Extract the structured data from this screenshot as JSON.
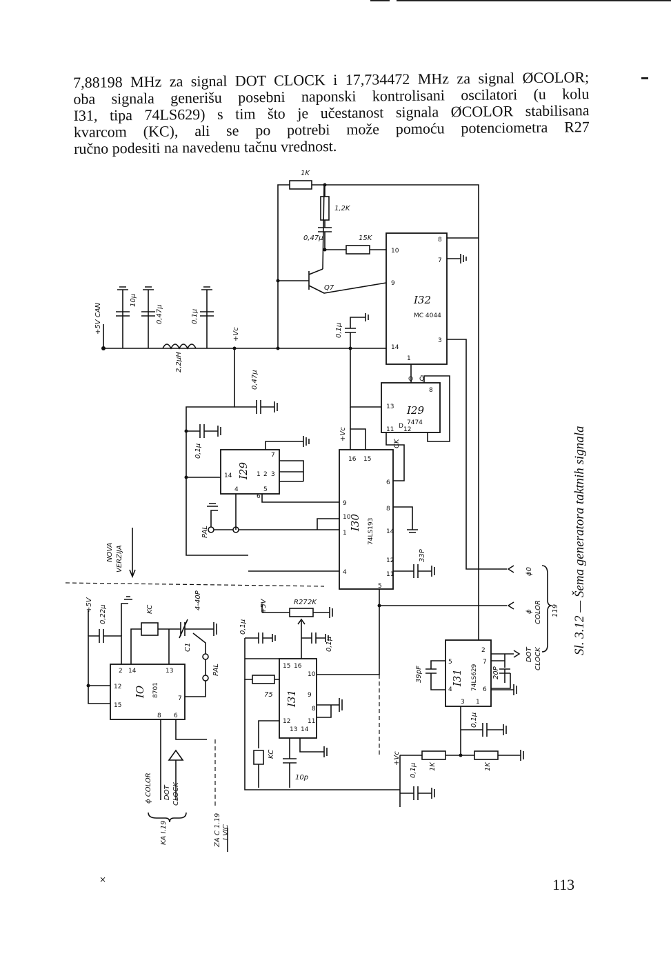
{
  "page": {
    "intro_lines": [
      "7,88198 MHz za signal DOT CLOCK i 17,734472 MHz za signal ØCOLOR;",
      "oba signala generišu posebni naponski kontrolisani oscilatori (u kolu",
      "I31, tipa 74LS629) s tim što je učestanost signala ØCOLOR stabilisana",
      "kvarcom (KC), ali se po potrebi može pomoću potenciometra R27",
      "ručno podesiti na navedenu tačnu vrednost."
    ],
    "caption": "Sl. 3.12 — Šema generatora taktnih signala",
    "page_number": "113"
  },
  "schematic": {
    "chips": [
      {
        "id": "I32",
        "part": "MC 4044",
        "pins": [
          "10",
          "8",
          "7",
          "9",
          "14",
          "1",
          "3"
        ]
      },
      {
        "id": "I29a",
        "label": "I29",
        "part": "7474",
        "pins": [
          "13",
          "11",
          "12",
          "D",
          "Q",
          "Q̄",
          "8"
        ]
      },
      {
        "id": "I29b",
        "label": "I29",
        "pins": [
          "14",
          "4",
          "7",
          "3",
          "2",
          "1",
          "5",
          "6"
        ]
      },
      {
        "id": "I30",
        "part": "74LS193",
        "pins": [
          "16",
          "15",
          "6",
          "1",
          "10",
          "9",
          "8",
          "14",
          "12",
          "11",
          "4",
          "5"
        ]
      },
      {
        "id": "IO",
        "part": "8701",
        "pins": [
          "2",
          "14",
          "13",
          "12",
          "15",
          "8",
          "6",
          "7"
        ]
      },
      {
        "id": "I31a",
        "label": "I31",
        "pins": [
          "15",
          "16",
          "10",
          "9",
          "12",
          "13",
          "14",
          "11",
          "8"
        ]
      },
      {
        "id": "I31b",
        "label": "I31",
        "part": "74LS629",
        "pins": [
          "5",
          "2",
          "7",
          "4",
          "6",
          "3",
          "1"
        ]
      }
    ],
    "components": {
      "r_1k_top": "1K",
      "r_1_2k": "1,2K",
      "c_0_47u_a": "0,47µ",
      "r_15k": "15K",
      "q7": "Q7",
      "c_10u": "10µ",
      "c_0_47u_b": "0,47µ",
      "c_0_1u_a": "0,1µ",
      "c_0_1u_b": "0,1µ",
      "l_2_2uh": "2,2µH",
      "c_0_47u_c": "0,47µ",
      "c_0_1u_c": "0,1µ",
      "c_33p": "33P",
      "c_0_22u": "0,22µ",
      "xtal_kc": "KC",
      "trim_4_40p": "4-40P",
      "c1": "C1",
      "c_0_1u_d": "0,1µ",
      "r27": "R27",
      "r27_val": "2K",
      "c_0_1u_e": "0,1µ",
      "r_75": "75",
      "xtal_kc2": "KC",
      "c_10p": "10p",
      "c_39pf": "39pF",
      "c_20p": "20P",
      "c_0_1u_f": "0,1µ",
      "c_0_1u_g": "0,1µ",
      "r_1k_b": "1K",
      "r_1k_c": "1K"
    },
    "labels": {
      "plus5v_can": "+5V CAN",
      "vc": "+Vc",
      "vc2": "+Vc",
      "vc3": "+Vc",
      "ck": "CK",
      "pal": "PAL",
      "pal2": "PAL",
      "nova_verzija_1": "NOVA",
      "nova_verzija_2": "VERZIJA",
      "plus5v_a": "+5V",
      "plus5v_b": "+5V",
      "phi0": "ϕ0",
      "phi_color": "ϕ",
      "color": "COLOR",
      "dot_clock_1": "DOT",
      "dot_clock_2": "CLOCK",
      "ref_119": "119",
      "left_phi_color_1": "ϕ COLOR",
      "left_dot_1": "DOT",
      "left_dot_2": "CLOCK",
      "left_ref": "KA I.19",
      "left_ref2_1": "ZA C 1.19",
      "left_ref2_2": "I VIC"
    }
  }
}
